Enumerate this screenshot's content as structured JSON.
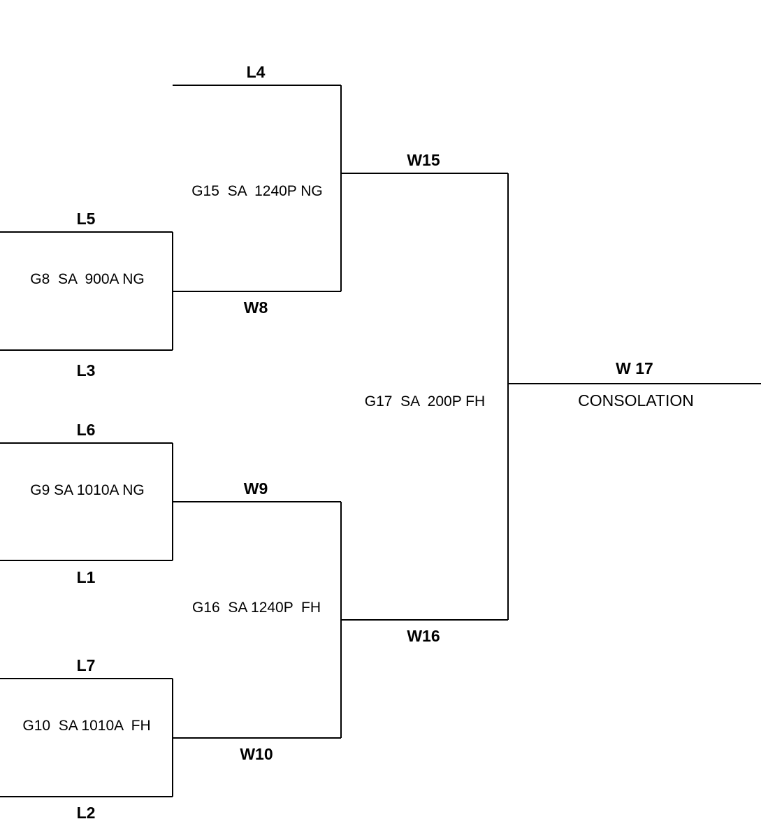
{
  "slots": {
    "l4": "L4",
    "l5": "L5",
    "l3": "L3",
    "l6": "L6",
    "l1": "L1",
    "l7": "L7",
    "l2": "L2",
    "w8": "W8",
    "w9": "W9",
    "w10": "W10",
    "w15": "W15",
    "w16": "W16",
    "w17": "W 17"
  },
  "games": {
    "g8": "G8  SA  900A NG",
    "g9": "G9 SA 1010A NG",
    "g10": "G10  SA 1010A  FH",
    "g15": "G15  SA  1240P NG",
    "g16": "G16  SA 1240P  FH",
    "g17": "G17  SA  200P FH"
  },
  "final_label": "CONSOLATION"
}
